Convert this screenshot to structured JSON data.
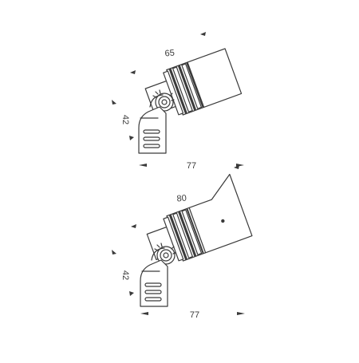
{
  "figure_top": {
    "dim_length": "65",
    "dim_height": "42",
    "dim_width": "77"
  },
  "figure_bottom": {
    "dim_length": "80",
    "dim_height": "42",
    "dim_width": "77"
  }
}
